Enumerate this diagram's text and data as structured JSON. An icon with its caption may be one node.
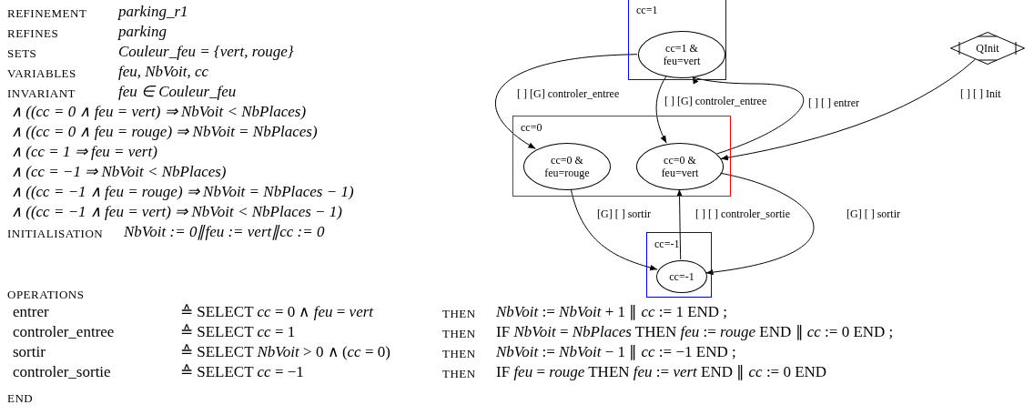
{
  "diagram": {
    "nodes": [
      {
        "text": [
          "cc=1"
        ]
      },
      {
        "text": [
          "cc=1 & feu=vert"
        ],
        "in": 0
      },
      {
        "text": [
          "QInit"
        ]
      },
      {
        "text": [
          "cc=0"
        ]
      },
      {
        "text": [
          "cc=0 & feu=rouge"
        ],
        "in": 3
      },
      {
        "text": [
          "cc=0 & feu=vert"
        ],
        "in": 3
      },
      {
        "text": [
          "cc=-1"
        ]
      },
      {
        "text": [
          "cc=-1"
        ],
        "in": 6
      }
    ],
    "edges": [
      {
        "from": 1,
        "to": 4,
        "arrow": "to",
        "label": "[ ] [G] controler_entree"
      },
      {
        "from": 1,
        "to": 5,
        "arrow": "to",
        "label": "[ ] [G] controler_entree"
      },
      {
        "from": 5,
        "to": 1,
        "arrow": "to",
        "label": "[ ] [ ] entrer"
      },
      {
        "from": 2,
        "to": 5,
        "arrow": "to",
        "label": "[ ] [ ] Init"
      },
      {
        "from": 4,
        "to": 7,
        "arrow": "to",
        "label": "[G] [ ] sortir"
      },
      {
        "from": 7,
        "to": 5,
        "arrow": "to",
        "label": "[ ] [ ] controler_sortie"
      },
      {
        "from": 5,
        "to": 7,
        "arrow": "to",
        "label": "[G] [ ] sortir"
      }
    ],
    "labels": [
      "REFINEMENT",
      "parking_r1",
      "REFINES",
      "parking",
      "SETS",
      "Couleur_feu = {vert, rouge}",
      "VARIABLES",
      "feu, NbVoit, cc",
      "INVARIANT",
      "feu ∈ Couleur_feu",
      "∧ ((cc = 0 ∧ feu = vert) ⇒ NbVoit < NbPlaces)",
      "∧ ((cc = 0 ∧ feu = rouge) ⇒ NbVoit = NbPlaces)",
      "∧ (cc = 1 ⇒ feu = vert)",
      "∧ (cc = −1 ⇒ NbVoit < NbPlaces)",
      "∧ ((cc = −1 ∧ feu = rouge) ⇒ NbVoit = NbPlaces − 1)",
      "∧ ((cc = −1 ∧ feu = vert) ⇒ NbVoit < NbPlaces − 1)",
      "INITIALISATION",
      "NbVoit := 0∥feu := vert∥cc := 0",
      "OPERATIONS",
      "entrer",
      "≙ SELECT *cc* = 0 ∧ *feu* = *vert*",
      "THEN",
      "*NbVoit* := *NbVoit* + 1 ∥ *cc* := 1 END ;",
      "controler_entree",
      "≙ SELECT *cc* = 1",
      "THEN",
      "IF *NbVoit* = *NbPlaces* THEN *feu* := *rouge* END ∥ *cc* := 0 END ;",
      "sortir",
      "≙ SELECT *NbVoit* > 0 ∧ (*cc* = 0)",
      "THEN",
      "*NbVoit* := *NbVoit* − 1 ∥ *cc* := −1 END ;",
      "controler_sortie",
      "≙ SELECT *cc* = −1",
      "THEN",
      "IF *feu* = *rouge* THEN *feu* := *vert* END ∥ *cc* := 0 END",
      "END"
    ]
  }
}
